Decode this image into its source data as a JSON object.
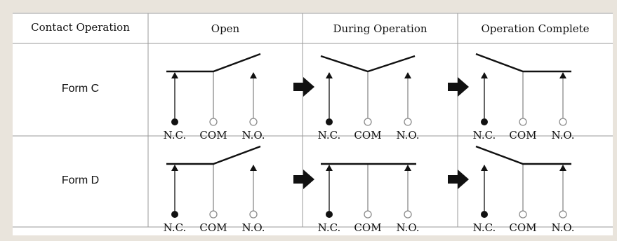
{
  "table": {
    "header_first": "Contact Operation",
    "stages": [
      "Open",
      "During Operation",
      "Operation Complete"
    ],
    "terminal_labels": [
      "N.C.",
      "COM",
      "N.O."
    ],
    "rows": [
      {
        "label": "Form C",
        "states": [
          "com-nc-closed",
          "com-open-middle",
          "com-no-closed"
        ]
      },
      {
        "label": "Form D",
        "states": [
          "com-nc-closed",
          "com-nc-no-bridged",
          "com-no-closed"
        ]
      }
    ]
  },
  "icons": {
    "transition_arrow": "right-arrow-icon",
    "nc_terminal": "filled-circle-icon",
    "com_terminal": "open-circle-icon",
    "no_terminal": "open-circle-icon",
    "contact_point": "up-arrowhead-icon"
  },
  "colors": {
    "line": "#111111",
    "grid": "#8a8a8a",
    "background": "#e9e4dc"
  }
}
